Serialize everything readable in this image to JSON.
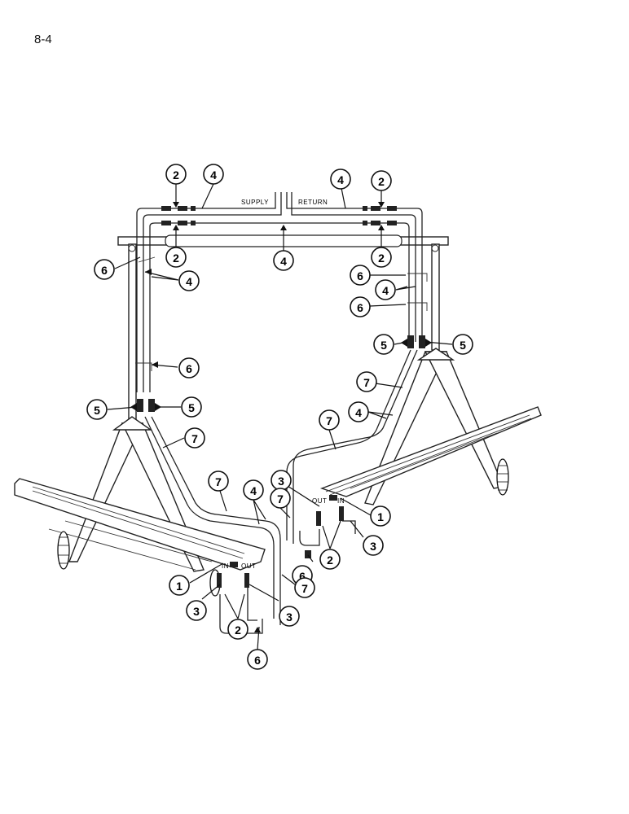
{
  "page_number": "8-4",
  "labels": {
    "supply": "SUPPLY",
    "return": "RETURN",
    "in_left": "IN",
    "out_left": "OUT",
    "in_right": "IN",
    "out_right": "OUT"
  },
  "callouts": [
    {
      "id": "c2-top-left",
      "text": "2"
    },
    {
      "id": "c4-top-left",
      "text": "4"
    },
    {
      "id": "c4-top-right",
      "text": "4"
    },
    {
      "id": "c2-top-right",
      "text": "2"
    },
    {
      "id": "c2-mid-left",
      "text": "2"
    },
    {
      "id": "c4-mid-center",
      "text": "4"
    },
    {
      "id": "c2-mid-right",
      "text": "2"
    },
    {
      "id": "c6-left-upper",
      "text": "6"
    },
    {
      "id": "c4-left-upper",
      "text": "4"
    },
    {
      "id": "c6-right-upper",
      "text": "6"
    },
    {
      "id": "c4-right-upper",
      "text": "4"
    },
    {
      "id": "c6-right-mid",
      "text": "6"
    },
    {
      "id": "c5-right-a",
      "text": "5"
    },
    {
      "id": "c5-right-b",
      "text": "5"
    },
    {
      "id": "c6-left-mid",
      "text": "6"
    },
    {
      "id": "c7-right-upper",
      "text": "7"
    },
    {
      "id": "c5-left-a",
      "text": "5"
    },
    {
      "id": "c5-left-b",
      "text": "5"
    },
    {
      "id": "c4-right-arm",
      "text": "4"
    },
    {
      "id": "c7-right-arm",
      "text": "7"
    },
    {
      "id": "c7-left-arm",
      "text": "7"
    },
    {
      "id": "c3-right-out",
      "text": "3"
    },
    {
      "id": "c7-left-low",
      "text": "7"
    },
    {
      "id": "c4-left-low",
      "text": "4"
    },
    {
      "id": "c7-right-low",
      "text": "7"
    },
    {
      "id": "c1-right",
      "text": "1"
    },
    {
      "id": "c3-right-in",
      "text": "3"
    },
    {
      "id": "c2-right-low",
      "text": "2"
    },
    {
      "id": "c6-right-low",
      "text": "6"
    },
    {
      "id": "c1-left",
      "text": "1"
    },
    {
      "id": "c7-left-bottom",
      "text": "7"
    },
    {
      "id": "c3-left-in",
      "text": "3"
    },
    {
      "id": "c3-left-out",
      "text": "3"
    },
    {
      "id": "c2-left-low",
      "text": "2"
    },
    {
      "id": "c6-left-bottom",
      "text": "6"
    }
  ]
}
